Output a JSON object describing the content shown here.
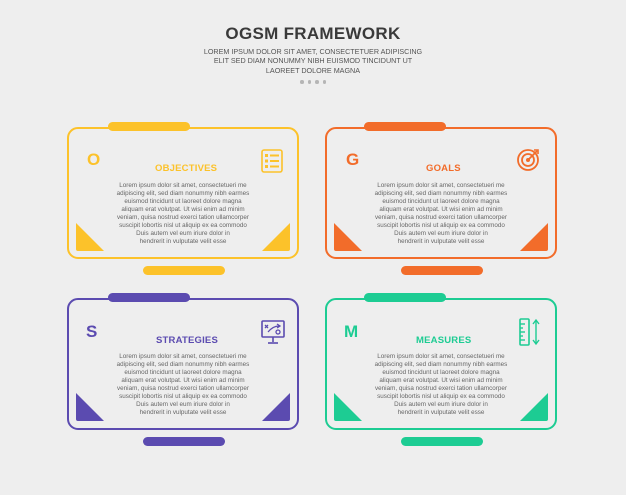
{
  "header": {
    "title": "OGSM FRAMEWORK",
    "subtitle_lines": [
      "LOREM IPSUM DOLOR SIT AMET, CONSECTETUER ADIPISCING",
      "ELIT SED DIAM NONUMMY NIBH EUISMOD TINCIDUNT UT",
      "LAOREET DOLORE MAGNA"
    ]
  },
  "colors": {
    "objectives": "#fcc22a",
    "goals": "#f26c2a",
    "strategies": "#5b4bb0",
    "measures": "#1dcc93"
  },
  "cards": {
    "objectives": {
      "letter": "O",
      "title": "OBJECTIVES",
      "icon": "checklist-icon",
      "body_lines": [
        "Lorem ipsum dolor sit amet, consectetueri me",
        "adipiscing elit, sed diam nonummy nibh earmes",
        "euismod tincidunt ut laoreet dolore magna",
        "aliquam erat volutpat. Ut wisi enim ad minim",
        "veniam, quisa nostrud exerci tation ullamcorper",
        "suscipit lobortis nisl ut aliquip ex ea commodo",
        "Duis autem vel eum iriure dolor in",
        "hendrerit in vulputate velit esse"
      ]
    },
    "goals": {
      "letter": "G",
      "title": "GOALS",
      "icon": "target-icon",
      "body_lines": [
        "Lorem ipsum dolor sit amet, consectetueri me",
        "adipiscing elit, sed diam nonummy nibh earmes",
        "euismod tincidunt ut laoreet dolore magna",
        "aliquam erat volutpat. Ut wisi enim ad minim",
        "veniam, quisa nostrud exerci tation ullamcorper",
        "suscipit lobortis nisl ut aliquip ex ea commodo",
        "Duis autem vel eum iriure dolor in",
        "hendrerit in vulputate velit esse"
      ]
    },
    "strategies": {
      "letter": "S",
      "title": "STRATEGIES",
      "icon": "strategy-board-icon",
      "body_lines": [
        "Lorem ipsum dolor sit amet, consectetueri me",
        "adipiscing elit, sed diam nonummy nibh earmes",
        "euismod tincidunt ut laoreet dolore magna",
        "aliquam erat volutpat. Ut wisi enim ad minim",
        "veniam, quisa nostrud exerci tation ullamcorper",
        "suscipit lobortis nisl ut aliquip ex ea commodo",
        "Duis autem vel eum iriure dolor in",
        "hendrerit in vulputate velit esse"
      ]
    },
    "measures": {
      "letter": "M",
      "title": "MEASURES",
      "icon": "ruler-icon",
      "body_lines": [
        "Lorem ipsum dolor sit amet, consectetueri me",
        "adipiscing elit, sed diam nonummy nibh earmes",
        "euismod tincidunt ut laoreet dolore magna",
        "aliquam erat volutpat. Ut wisi enim ad minim",
        "veniam, quisa nostrud exerci tation ullamcorper",
        "suscipit lobortis nisl ut aliquip ex ea commodo",
        "Duis autem vel eum iriure dolor in",
        "hendrerit in vulputate velit esse"
      ]
    }
  }
}
